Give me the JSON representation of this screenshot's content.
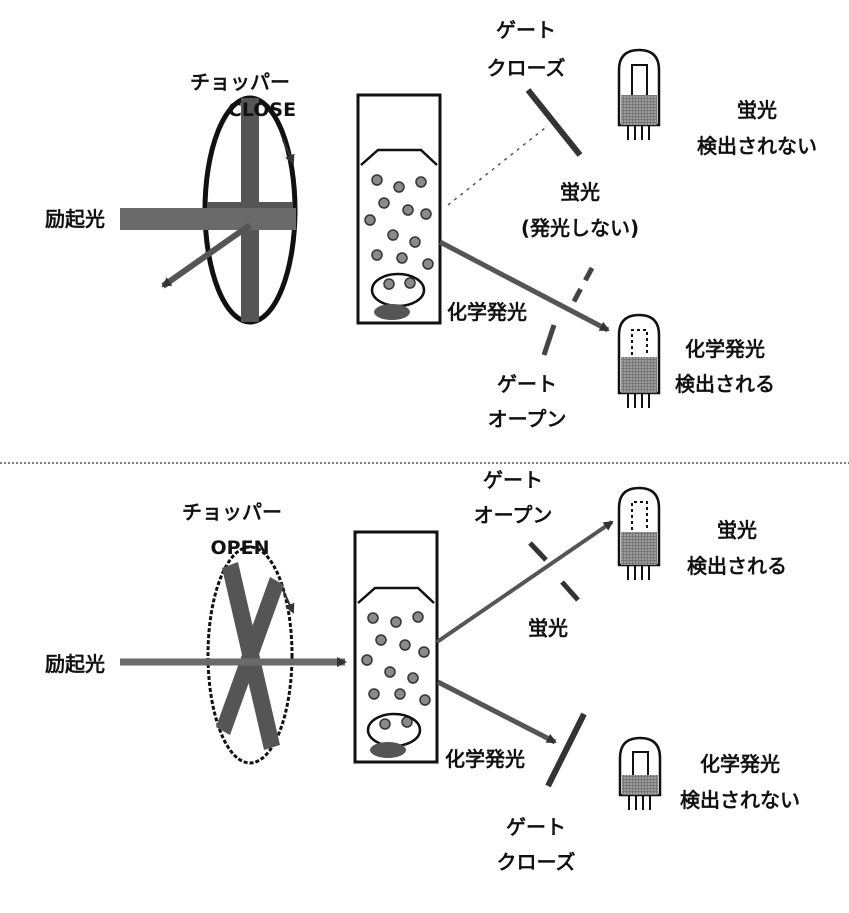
{
  "top": {
    "chopper_label": "チョッパー",
    "chopper_state": "CLOSE",
    "excitation_label": "励起光",
    "gate_upper_line1": "ゲート",
    "gate_upper_line2": "クローズ",
    "fluorescence_label": "蛍光",
    "fluorescence_sub": "(発光しない)",
    "chemi_label": "化学発光",
    "gate_lower_line1": "ゲート",
    "gate_lower_line2": "オープン",
    "detector_upper_line1": "蛍光",
    "detector_upper_line2": "検出されない",
    "detector_lower_line1": "化学発光",
    "detector_lower_line2": "検出される"
  },
  "bottom": {
    "chopper_label": "チョッパー",
    "chopper_state": "OPEN",
    "excitation_label": "励起光",
    "gate_upper_line1": "ゲート",
    "gate_upper_line2": "オープン",
    "fluorescence_label": "蛍光",
    "chemi_label": "化学発光",
    "gate_lower_line1": "ゲート",
    "gate_lower_line2": "クローズ",
    "detector_upper_line1": "蛍光",
    "detector_upper_line2": "検出される",
    "detector_lower_line1": "化学発光",
    "detector_lower_line2": "検出されない"
  },
  "colors": {
    "ink": "#111111",
    "beam": "#7a7a7a",
    "fill": "#555555",
    "dots": "#8a8a8a"
  }
}
